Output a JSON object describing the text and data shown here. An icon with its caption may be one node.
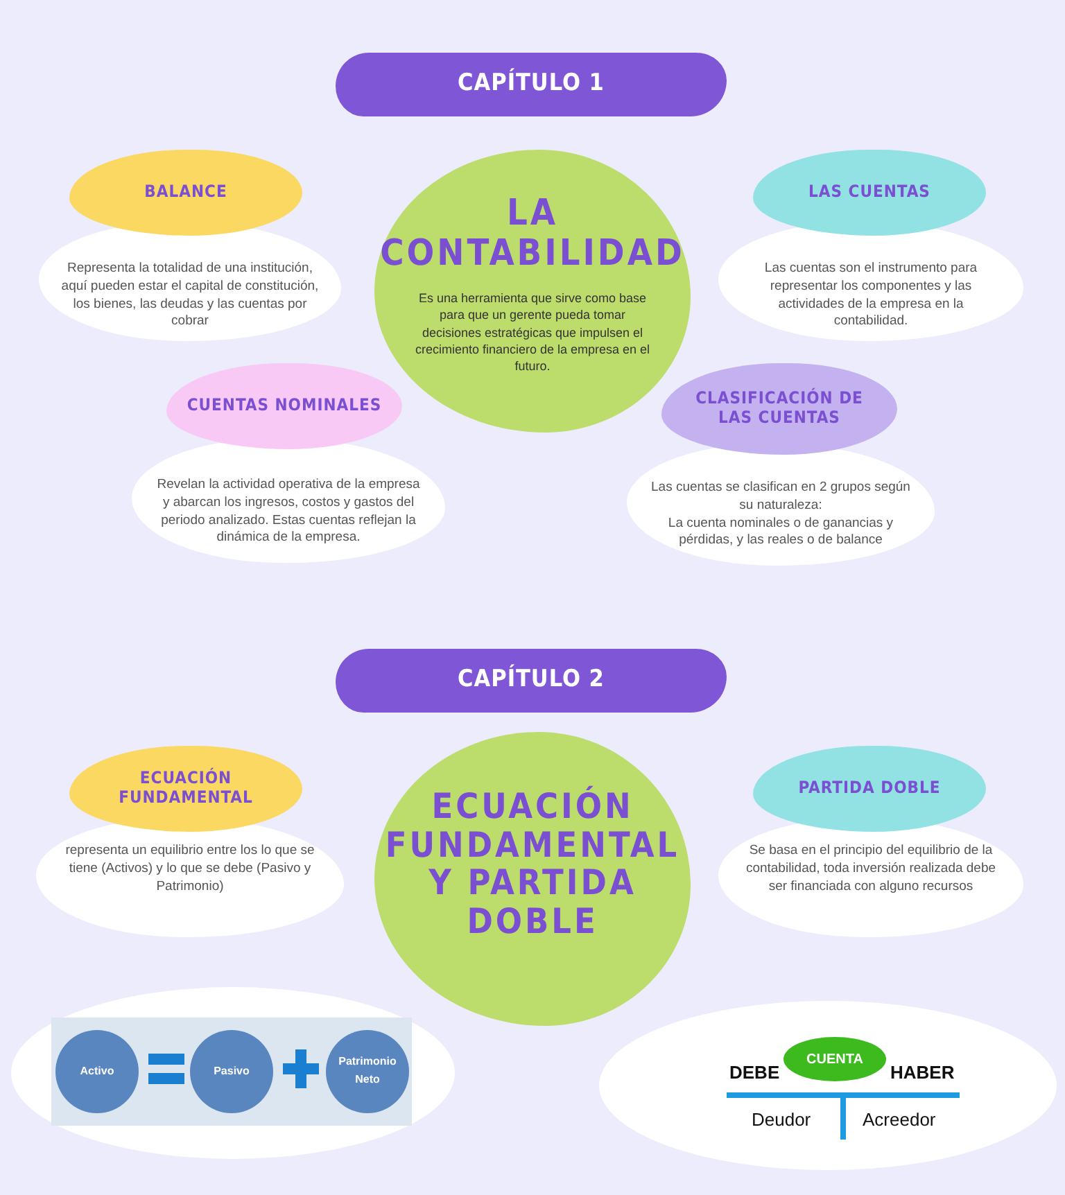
{
  "diagram": {
    "nodes": [
      {
        "text": [
          "CAPÍTULO 1"
        ]
      },
      {
        "text": [
          "BALANCE"
        ]
      },
      {
        "text": [
          "Representa la totalidad de una institución, aquí pueden estar el capital de constitución, los bienes, las deudas y las cuentas por cobrar"
        ]
      },
      {
        "text": [
          "LA CONTABILIDAD",
          "Es una herramienta que sirve como base para que un gerente pueda tomar decisiones estratégicas que impulsen el crecimiento financiero de la empresa en el futuro."
        ]
      },
      {
        "text": [
          "LAS CUENTAS"
        ]
      },
      {
        "text": [
          "Las cuentas son el instrumento para representar los componentes y las actividades de la empresa en la contabilidad."
        ]
      },
      {
        "text": [
          "CUENTAS NOMINALES"
        ]
      },
      {
        "text": [
          "Revelan la actividad operativa de la empresa y abarcan los ingresos, costos y gastos del periodo analizado. Estas cuentas reflejan la dinámica de la empresa."
        ]
      },
      {
        "text": [
          "CLASIFICACIÓN DE LAS CUENTAS"
        ]
      },
      {
        "text": [
          "Las cuentas se clasifican en 2 grupos según su naturaleza:",
          "La cuenta nominales o de ganancias y pérdidas, y las reales o de balance"
        ]
      },
      {
        "text": [
          "CAPÍTULO 2"
        ]
      },
      {
        "text": [
          "ECUACIÓN FUNDAMENTAL"
        ]
      },
      {
        "text": [
          "representa un equilibrio entre los lo que se tiene (Activos) y lo que se debe (Pasivo y Patrimonio)"
        ]
      },
      {
        "text": [
          "ECUACIÓN FUNDAMENTAL Y PARTIDA DOBLE"
        ]
      },
      {
        "text": [
          "PARTIDA DOBLE"
        ]
      },
      {
        "text": [
          "Se basa en el principio del equilibrio de la contabilidad, toda inversión realizada debe ser financiada con alguno recursos"
        ]
      },
      {
        "text": [],
        "shape": "ellipse"
      },
      {
        "text": [],
        "shape": "box",
        "in": 16
      },
      {
        "text": [
          "Activo"
        ],
        "in": 17
      },
      {
        "text": [
          "Pasivo"
        ],
        "in": 17
      },
      {
        "text": [
          "Patrimonio Neto"
        ],
        "in": 17
      },
      {
        "text": [],
        "shape": "ellipse"
      },
      {
        "text": [
          "CUENTA"
        ],
        "in": 21
      }
    ],
    "edges": [],
    "labels": [
      "DEBE",
      "HABER",
      "Deudor",
      "Acreedor"
    ]
  }
}
